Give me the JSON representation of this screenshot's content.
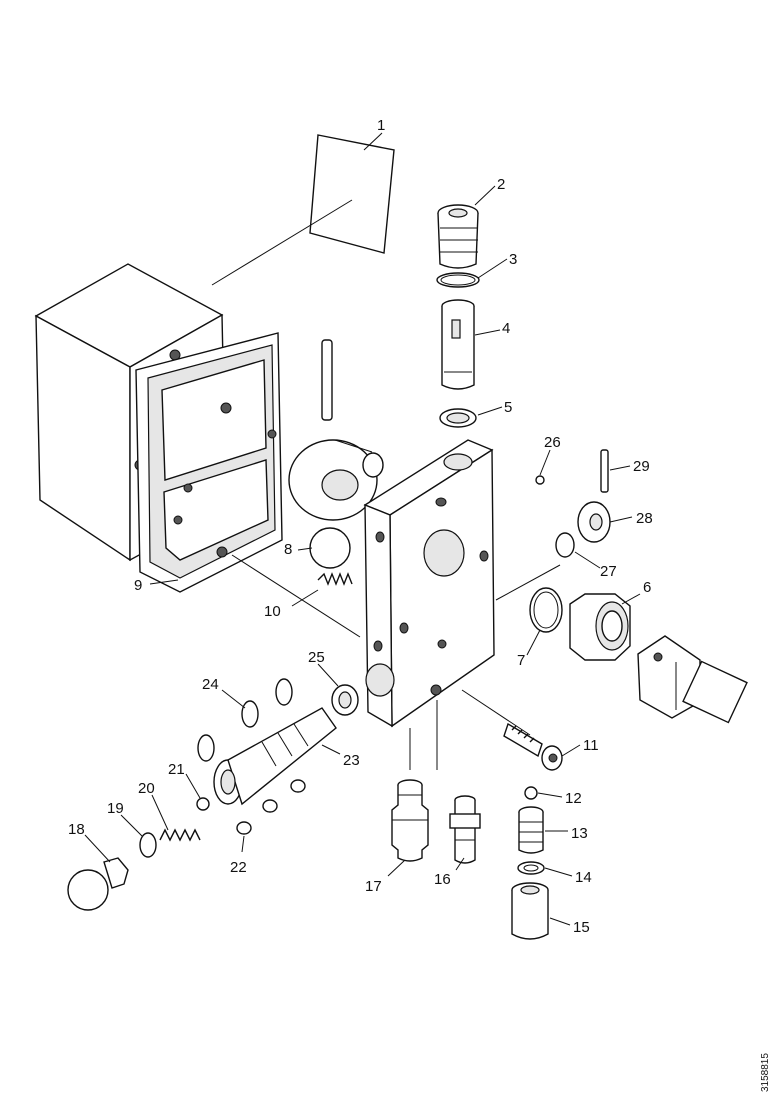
{
  "callouts": [
    "1",
    "2",
    "3",
    "4",
    "5",
    "6",
    "7",
    "8",
    "9",
    "10",
    "11",
    "12",
    "13",
    "14",
    "15",
    "16",
    "17",
    "18",
    "19",
    "20",
    "21",
    "22",
    "23",
    "24",
    "25",
    "26",
    "27",
    "28",
    "29"
  ],
  "drawing_code": "3158815"
}
